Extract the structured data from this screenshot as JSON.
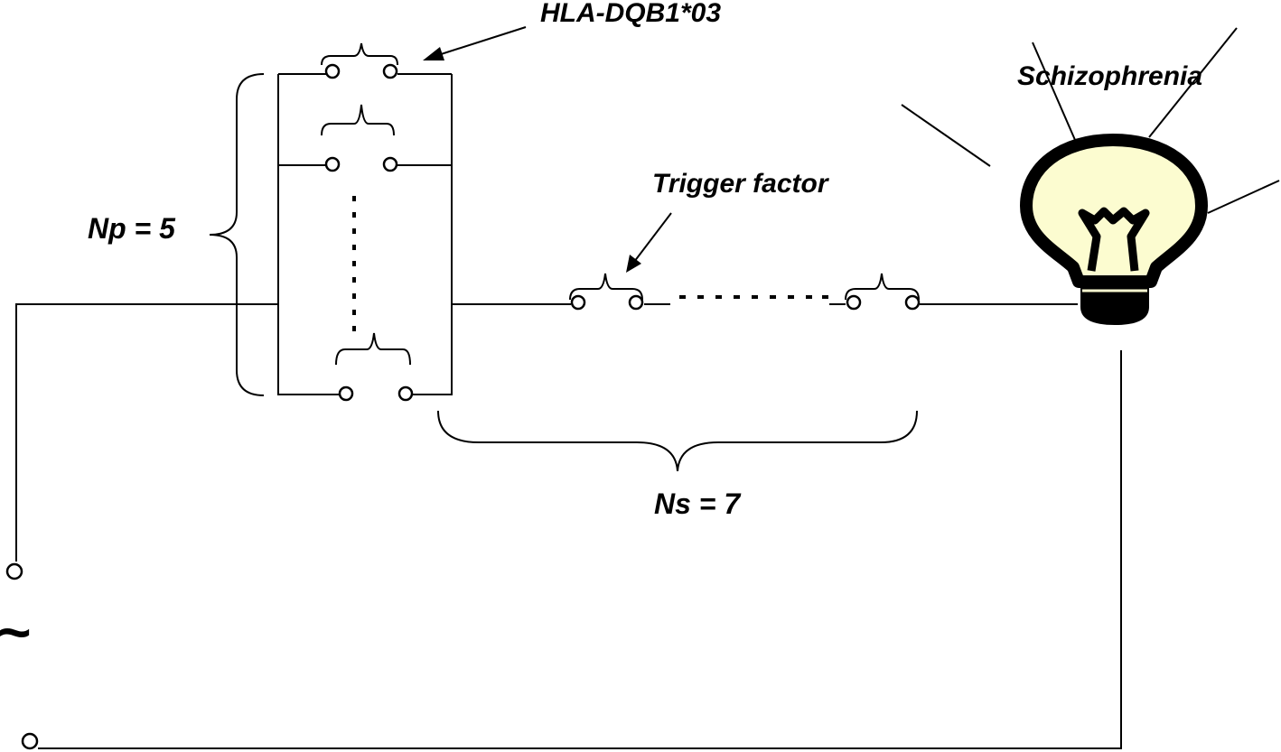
{
  "labels": {
    "gene": "HLA-DQB1*03",
    "disease": "Schizophrenia",
    "trigger": "Trigger factor",
    "np": "Np = 5",
    "ns": "Ns = 7",
    "ac_symbol": "~"
  },
  "colors": {
    "wire": "#000000",
    "bulb_glass": "#fcfcd0",
    "bulb_base": "#000000"
  },
  "diagram": {
    "parallel_switches": 5,
    "series_switches": 7
  }
}
